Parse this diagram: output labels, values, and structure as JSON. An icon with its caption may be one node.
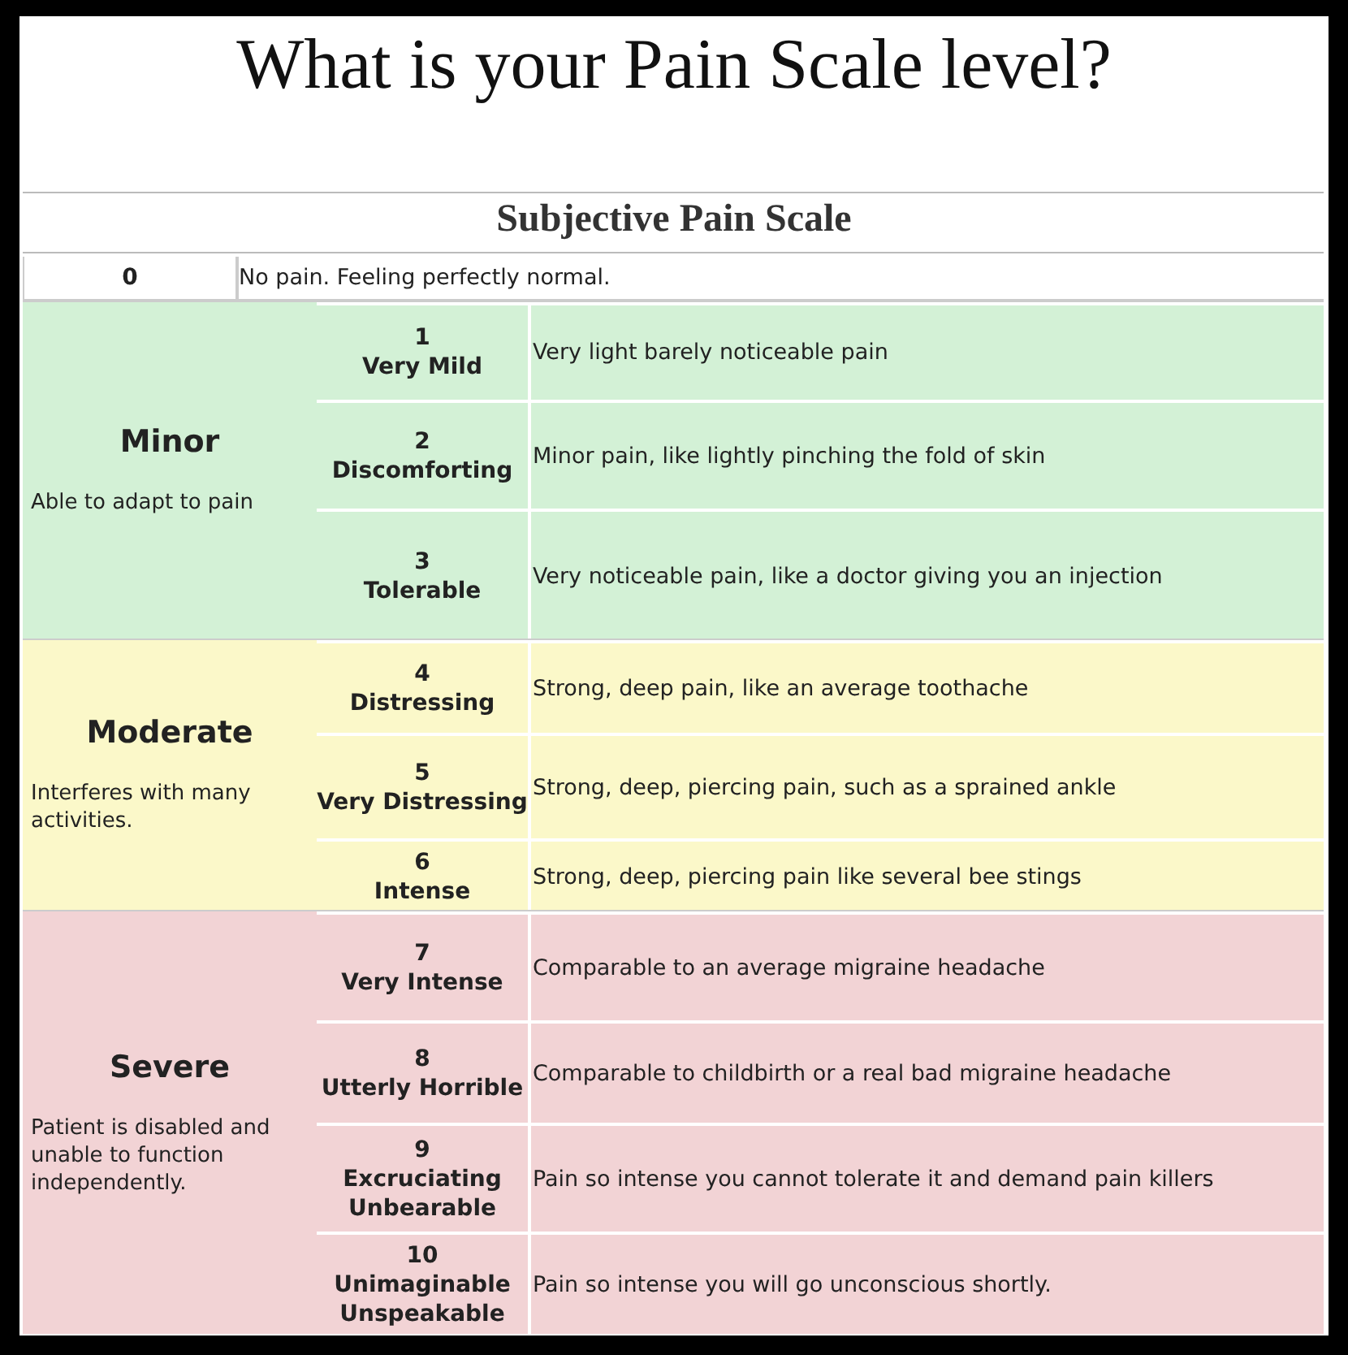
{
  "diagram": {
    "title": "What is your Pain Scale level?",
    "nodes": [
      {
        "text": [
          "0",
          "No pain. Feeling perfectly normal."
        ]
      },
      {
        "text": [
          "Minor",
          "Able to adapt to pain"
        ]
      },
      {
        "text": [
          "1",
          "Very Mild",
          "Very light barely noticeable pain"
        ],
        "in": 1
      },
      {
        "text": [
          "2",
          "Discomforting",
          "Minor pain, like lightly pinching the fold of skin"
        ],
        "in": 1
      },
      {
        "text": [
          "3",
          "Tolerable",
          "Very noticeable pain, like a doctor giving you an injection"
        ],
        "in": 1
      },
      {
        "text": [
          "Moderate",
          "Interferes with many activities."
        ]
      },
      {
        "text": [
          "4",
          "Distressing",
          "Strong, deep pain, like an average toothache"
        ],
        "in": 5
      },
      {
        "text": [
          "5",
          "Very Distressing",
          "Strong, deep, piercing pain, such as a sprained ankle"
        ],
        "in": 5
      },
      {
        "text": [
          "6",
          "Intense",
          "Strong, deep, piercing pain like several bee stings"
        ],
        "in": 5
      },
      {
        "text": [
          "Severe",
          "Patient is disabled and unable to function independently."
        ]
      },
      {
        "text": [
          "7",
          "Very Intense",
          "Comparable to an average migraine headache"
        ],
        "in": 9
      },
      {
        "text": [
          "8",
          "Utterly Horrible",
          "Comparable to childbirth or a real bad migraine headache"
        ],
        "in": 9
      },
      {
        "text": [
          "9",
          "Excruciating Unbearable",
          "Pain so intense you cannot tolerate it and demand pain killers"
        ],
        "in": 9
      },
      {
        "text": [
          "10",
          "Unimaginable Unspeakable",
          "Pain so intense you will go unconscious shortly."
        ],
        "in": 9
      }
    ],
    "labels": [
      "Subjective Pain Scale"
    ]
  }
}
